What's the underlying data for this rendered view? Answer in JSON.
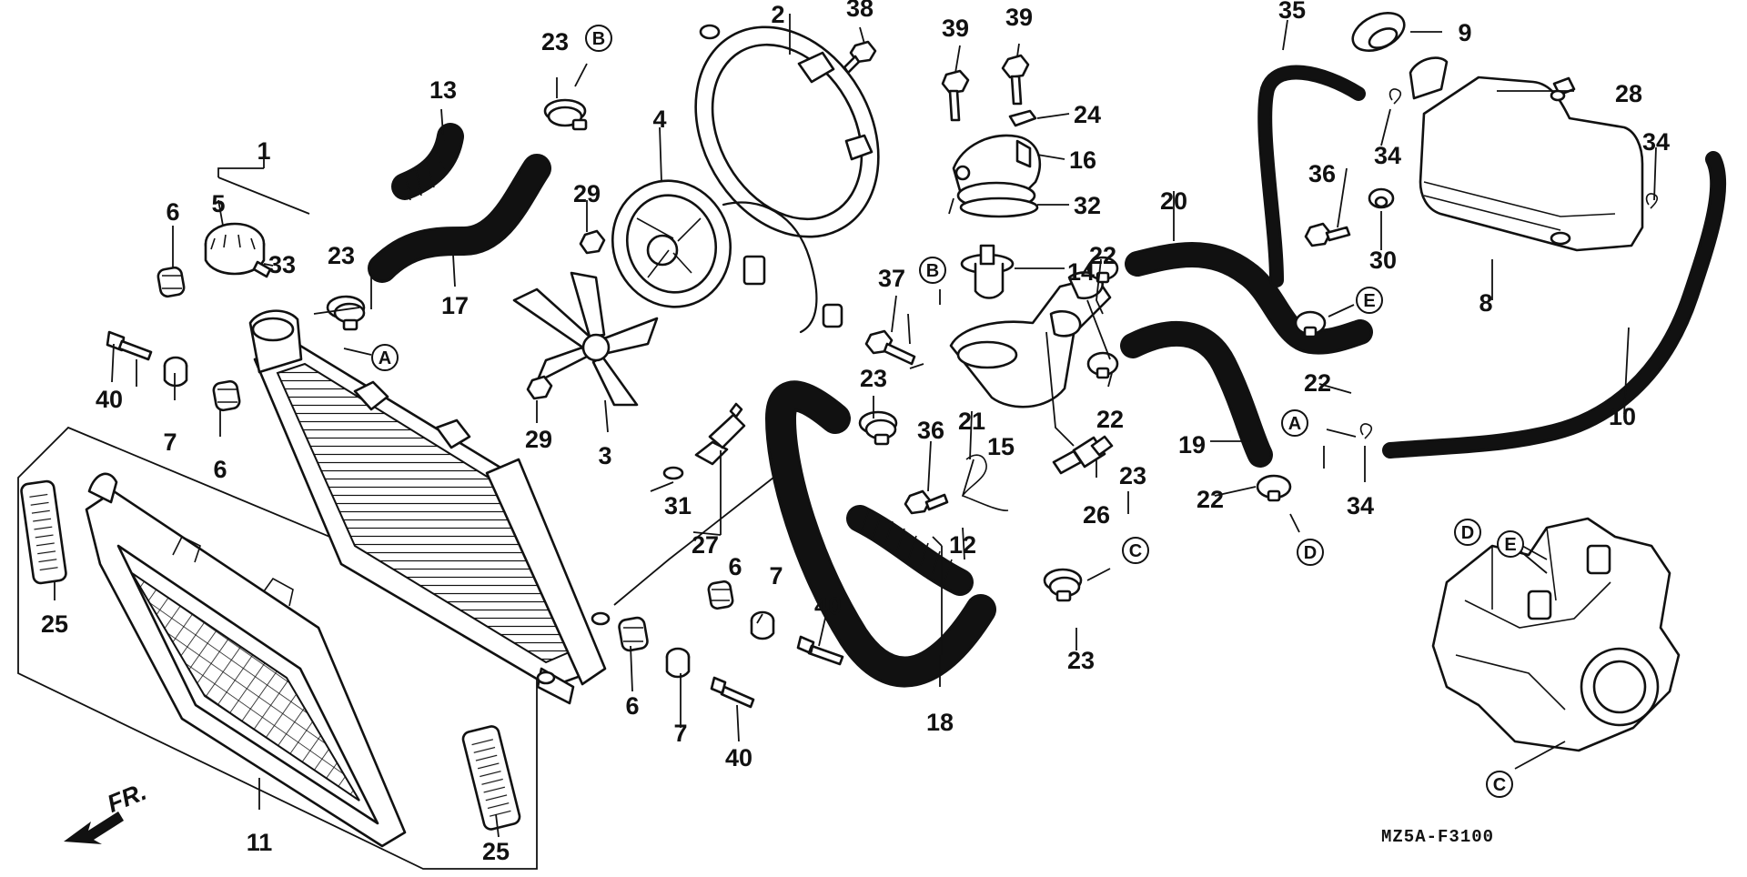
{
  "diagram": {
    "code": "MZ5A-F3100",
    "front_label": "FR.",
    "part_numbers": [
      "1",
      "2",
      "3",
      "4",
      "5",
      "6",
      "6",
      "6",
      "6",
      "7",
      "7",
      "7",
      "8",
      "9",
      "10",
      "11",
      "12",
      "13",
      "14",
      "15",
      "16",
      "17",
      "18",
      "19",
      "20",
      "21",
      "22",
      "22",
      "22",
      "22",
      "23",
      "23",
      "23",
      "23",
      "23",
      "24",
      "25",
      "25",
      "26",
      "27",
      "28",
      "29",
      "29",
      "30",
      "31",
      "32",
      "33",
      "34",
      "34",
      "34",
      "35",
      "36",
      "36",
      "37",
      "38",
      "39",
      "39",
      "40",
      "40",
      "40"
    ],
    "reference_letters": [
      "A",
      "A",
      "B",
      "B",
      "C",
      "C",
      "D",
      "D",
      "E",
      "E"
    ]
  }
}
